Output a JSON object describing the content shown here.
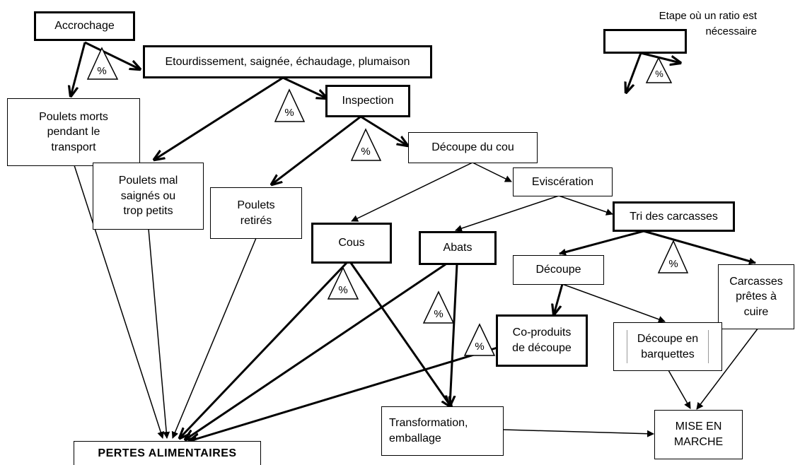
{
  "nodes": {
    "accrochage": "Accrochage",
    "etourdissement": "Etourdissement, saignée, échaudage, plumaison",
    "inspection": "Inspection",
    "poulets_morts": "Poulets morts\npendant le\ntransport",
    "mal_saignes": "Poulets mal\nsaignés ou\ntrop petits",
    "decoupe_cou": "Découpe du cou",
    "poulets_retires": "Poulets\nretirés",
    "evisceration": "Eviscération",
    "cous": "Cous",
    "abats": "Abats",
    "tri": "Tri des carcasses",
    "decoupe": "Découpe",
    "carcasses": "Carcasses\nprêtes à\ncuire",
    "coproduits": "Co-produits\nde découpe",
    "barquettes": "Découpe en\nbarquettes",
    "transformation": "Transformation,\nemballage",
    "mise_en_marche": "MISE EN\nMARCHE",
    "pertes": "PERTES  ALIMENTAIRES"
  },
  "legend": {
    "text": "Etape où un ratio est\nnécessaire"
  },
  "ratio_symbol": "%"
}
